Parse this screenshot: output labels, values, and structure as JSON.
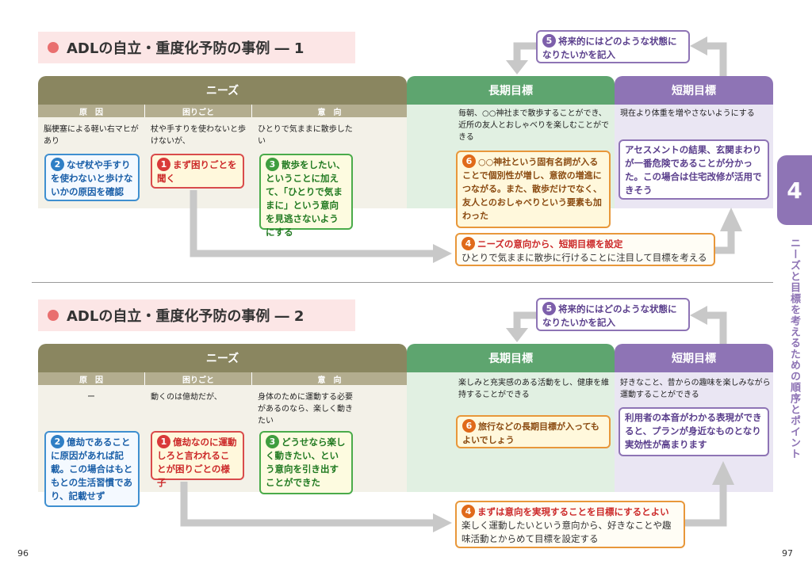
{
  "pages": {
    "left": "96",
    "right": "97"
  },
  "side": {
    "tab": "4",
    "text": "ニーズと目標を考えるための順序とポイント"
  },
  "headers": {
    "needs": "ニーズ",
    "long": "長期目標",
    "short": "短期目標",
    "cause": "原　因",
    "trouble": "困りごと",
    "intent": "意　向"
  },
  "case1": {
    "title": "ADLの自立・重度化予防の事例 ― 1",
    "cause_text": "脳梗塞による軽い右マヒがあり",
    "trouble_text": "杖や手すりを使わないと歩けないが、",
    "intent_text": "ひとりで気ままに散歩したい",
    "long_text": "毎朝、○○神社まで散歩することができ、近所の友人とおしゃべりを楽しむことができる",
    "short_text": "現在より体重を増やさないようにする",
    "note1": {
      "num": "1",
      "text": "まず困りごとを聞く"
    },
    "note2": {
      "num": "2",
      "text": "なぜ杖や手すりを使わないと歩けないかの原因を確認"
    },
    "note3": {
      "num": "3",
      "text": "散歩をしたい、ということに加えて、「ひとりで気ままに」という意向を見逃さないようにする"
    },
    "note4": {
      "num": "4",
      "head": "ニーズの意向から、短期目標を設定",
      "text": "ひとりで気ままに散歩に行けることに注目して目標を考える"
    },
    "note5": {
      "num": "5",
      "text": "将来的にはどのような状態になりたいかを記入"
    },
    "note6": {
      "num": "6",
      "text": "○○神社という固有名詞が入ることで個別性が増し、意欲の増進につながる。また、散歩だけでなく、友人とのおしゃべりという要素も加わった"
    },
    "note7": {
      "text": "アセスメントの結果、玄関まわりが一番危険であることが分かった。この場合は住宅改修が活用できそう"
    }
  },
  "case2": {
    "title": "ADLの自立・重度化予防の事例 ― 2",
    "cause_text": "ー",
    "trouble_text": "動くのは億劫だが、",
    "intent_text": "身体のために運動する必要があるのなら、楽しく動きたい",
    "long_text": "楽しみと充実感のある活動をし、健康を維持することができる",
    "short_text": "好きなこと、昔からの趣味を楽しみながら運動することができる",
    "note1": {
      "num": "1",
      "text": "億劫なのに運動しろと言われることが困りごとの様子"
    },
    "note2": {
      "num": "2",
      "text": "億劫であることに原因があれば記載。この場合はもともとの生活習慣であり、記載せず"
    },
    "note3": {
      "num": "3",
      "text": "どうせなら楽しく動きたい、という意向を引き出すことができた"
    },
    "note4": {
      "num": "4",
      "head": "まずは意向を実現することを目標にするとよい",
      "text": "楽しく運動したいという意向から、好きなことや趣味活動とからめて目標を設定する"
    },
    "note5": {
      "num": "5",
      "text": "将来的にはどのような状態になりたいかを記入"
    },
    "note6": {
      "num": "6",
      "text": "旅行などの長期目標が入ってもよいでしょう"
    },
    "note7": {
      "text": "利用者の本音がわかる表現ができると、プランが身近なものとなり実効性が高まります"
    }
  },
  "colors": {
    "needs": "#8a8660",
    "long": "#5ea56f",
    "short": "#8e74b5",
    "title_dot": "#e96f6f",
    "arrow": "#c8c8c8"
  }
}
